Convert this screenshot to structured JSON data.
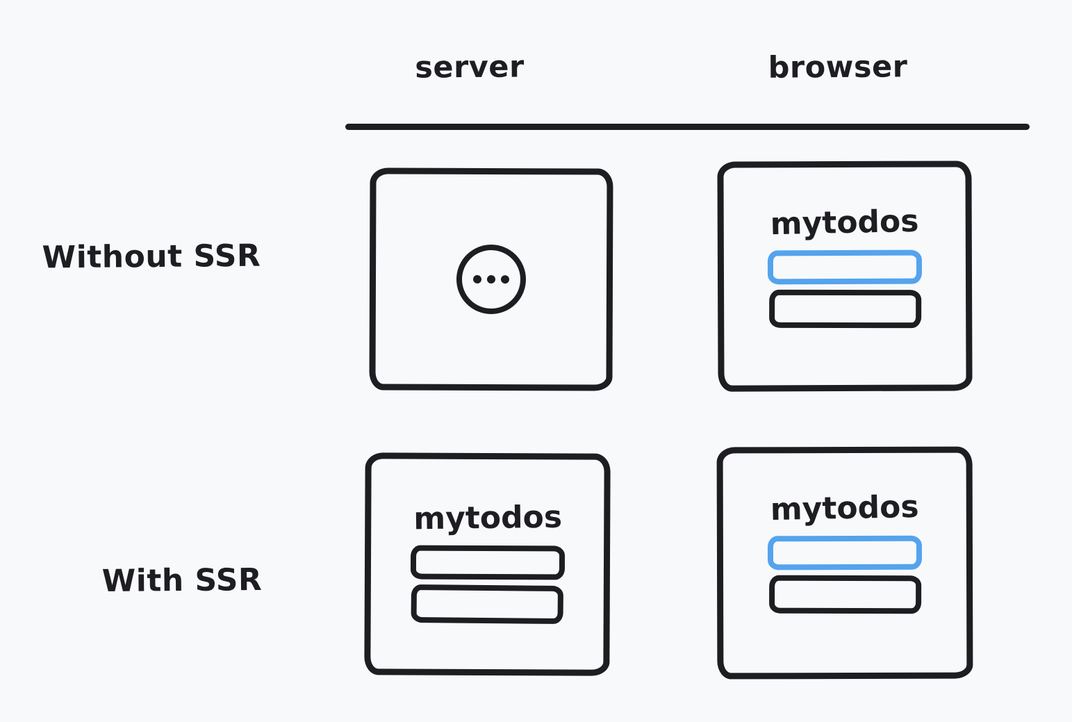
{
  "colors": {
    "background": "#f8f9fb",
    "ink": "#1e1e22",
    "accent_blue": "#55a3ee"
  },
  "header": {
    "server_label": "server",
    "browser_label": "browser"
  },
  "rows": {
    "without_ssr": {
      "label": "Without SSR"
    },
    "with_ssr": {
      "label": "With SSR"
    }
  },
  "boxes": {
    "server_without_ssr": {
      "icon": "ellipsis-loading-icon",
      "state": "loading"
    },
    "browser_without_ssr": {
      "title": "mytodos",
      "bars": [
        "highlighted",
        "normal"
      ]
    },
    "server_with_ssr": {
      "title": "mytodos",
      "bars": [
        "normal",
        "normal"
      ]
    },
    "browser_with_ssr": {
      "title": "mytodos",
      "bars": [
        "highlighted",
        "normal"
      ]
    }
  }
}
